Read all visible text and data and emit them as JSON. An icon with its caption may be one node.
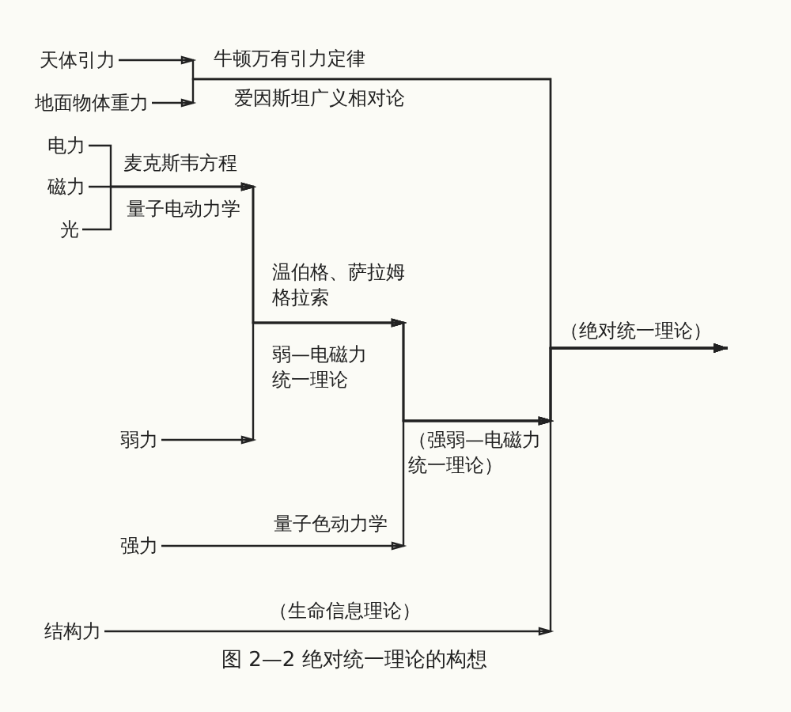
{
  "diagram": {
    "caption": "图 2—2 绝对统一理论的构想",
    "nodes": [
      {
        "text": [
          "天体引力"
        ]
      },
      {
        "text": [
          "地面物体重力"
        ]
      },
      {
        "text": [
          "电力"
        ]
      },
      {
        "text": [
          "磁力"
        ]
      },
      {
        "text": [
          "光"
        ]
      },
      {
        "text": [
          "弱力"
        ]
      },
      {
        "text": [
          "强力"
        ]
      },
      {
        "text": [
          "结构力"
        ]
      },
      {
        "text": [
          "（绝对统一理论）"
        ]
      }
    ],
    "edges": [
      {
        "from": 0,
        "to": 8,
        "arrow": "to"
      },
      {
        "from": 1,
        "to": 8,
        "arrow": "to"
      },
      {
        "from": 2,
        "to": 8,
        "arrow": "to"
      },
      {
        "from": 3,
        "to": 8,
        "arrow": "to"
      },
      {
        "from": 4,
        "to": 8,
        "arrow": "to"
      },
      {
        "from": 5,
        "to": 8,
        "arrow": "to"
      },
      {
        "from": 6,
        "to": 8,
        "arrow": "to"
      },
      {
        "from": 7,
        "to": 8,
        "arrow": "to"
      }
    ],
    "labels": [
      "牛顿万有引力定律",
      "爱因斯坦广义相对论",
      "麦克斯韦方程",
      "量子电动力学",
      "温伯格、萨拉姆格拉索",
      "弱—电磁力统一理论",
      "（强弱—电磁力统一理论）",
      "量子色动力学",
      "（生命信息理论）"
    ]
  }
}
